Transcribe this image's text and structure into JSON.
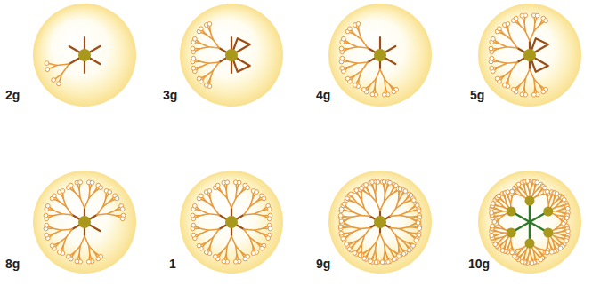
{
  "diagram": {
    "labels": [
      "2g",
      "3g",
      "4g",
      "5g",
      "8g",
      "1",
      "9g",
      "10g"
    ]
  }
}
